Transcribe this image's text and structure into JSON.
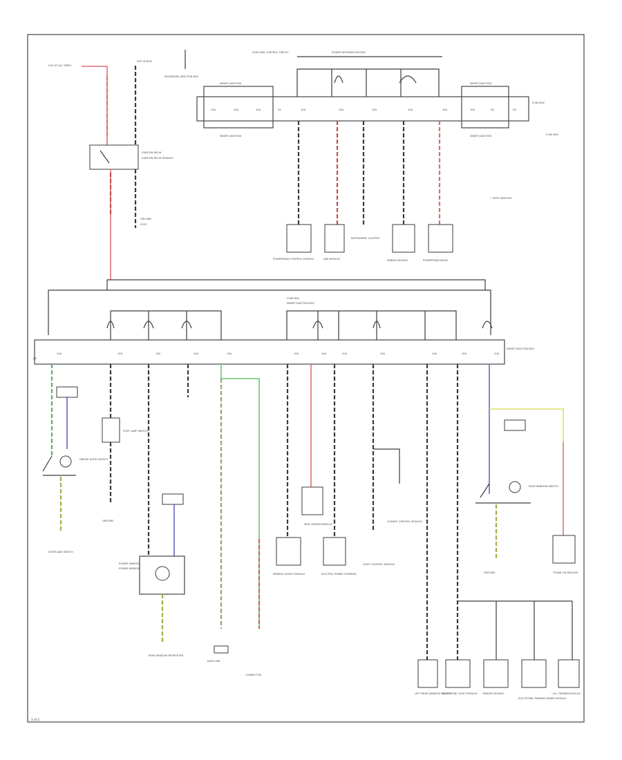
{
  "diagram": {
    "corner_tag": "1 of 2",
    "top_left": {
      "battery_label": "HOT AT ALL TIMES",
      "ign_label": "HOT IN RUN",
      "connector_label": "PASSENGER JUNCTION BOX",
      "relay_label": "IGNITION RELAY",
      "relay_sub": "IGNITION RELAY MODULE",
      "ground_label": "GROUND",
      "ground_sub": "G101"
    },
    "top_fuse_box": {
      "title": "FUSE AND CONTROL CIRCUIT",
      "subtitle": "POWER DISTRIBUTION BOX",
      "left_group": "SMART JUNCTION",
      "right_group": "SMART JUNCTION",
      "left_group_bottom": "SMART JUNCTION",
      "right_group_bottom": "SMART JUNCTION",
      "right_note": "FUSE BOX",
      "right_note2": "FUSE BOX",
      "side_note": "* WITH IGNITION",
      "fuses": [
        "10A",
        "10A",
        "10A",
        "5A",
        "10A",
        "10A",
        "10A",
        "10A",
        "10A",
        "10A",
        "5A",
        "5A"
      ],
      "modules": [
        "POWERTRAIN CONTROL MODULE",
        "ABS MODULE",
        "INSTRUMENT CLUSTER",
        "AIRBAG MODULE",
        "POWERTRAIN RELAY"
      ]
    },
    "bottom_fuse_box": {
      "title": "FUSE BOX",
      "subtitle": "SMART JUNCTION BOX",
      "right_label": "SMART JUNCTION BOX",
      "left_tag": "J/B",
      "fuses": [
        "10A",
        "10A",
        "10A",
        "10A",
        "10A",
        "10A",
        "10A",
        "10A",
        "10A",
        "10A",
        "10A",
        "10A"
      ],
      "components": {
        "left_switch": "DRIVER DOOR SWITCH",
        "left_ground": "DOOR AJAR SWITCH",
        "stop_switch": "STOP LAMP SWITCH",
        "stop_ground": "GROUND",
        "mirror_label": "POWER MIRROR",
        "mirror_sub": "POWER WINDOW",
        "lower_left_mod": "REAR WINDOW DEFROSTER",
        "connector": "DATA LINK",
        "connector_sub": "CONNECTOR",
        "mod_a": "PARKING ASSIST MODULE",
        "mod_b": "SEAT HEATER MODULE",
        "mod_c": "ELECTRIC POWER STEERING",
        "mod_d": "LIGHT CONTROL MODULE",
        "mod_e": "CLIMATE CONTROL MODULE",
        "right_switch": "REAR WINDOW SWITCH",
        "right_ground": "GROUND",
        "right_mod": "TRUNK LID RELEASE",
        "bottom_mods": [
          "LEFT REAR WINDOW MODULE",
          "ELECTRONIC SHIFT MODULE",
          "TRAILER MODULE",
          "ELECTRONIC PARKING BRAKE MODULE",
          "ALL TERRAIN MODULE"
        ]
      }
    }
  }
}
